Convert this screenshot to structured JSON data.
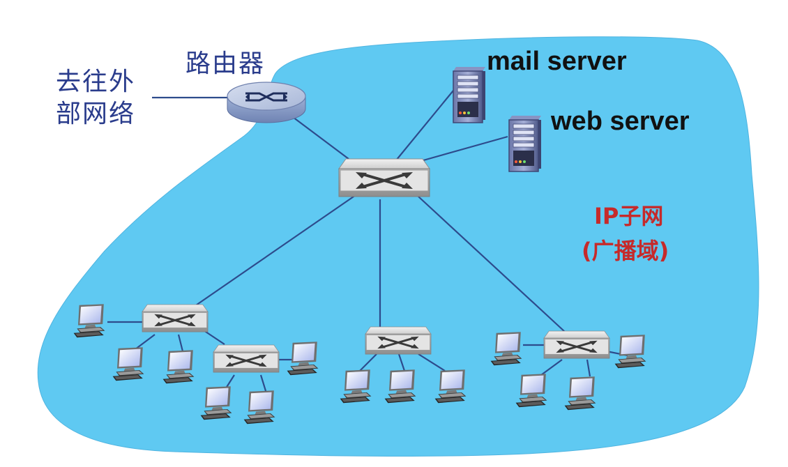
{
  "labels": {
    "external_line1": "去往外",
    "external_line2": "部网络",
    "router": "路由器",
    "mail_server": "mail server",
    "web_server": "web server",
    "subnet_line1": "IP子网",
    "subnet_line2": "(广播域)"
  },
  "colors": {
    "domain_fill": "#5fc9f2",
    "link": "#2d4b8c",
    "label_blue": "#2a3c8c",
    "label_red": "#c62a2a"
  },
  "icons": {
    "router": "router-icon",
    "switch": "switch-icon",
    "server": "server-icon",
    "host": "desktop-computer-icon"
  }
}
